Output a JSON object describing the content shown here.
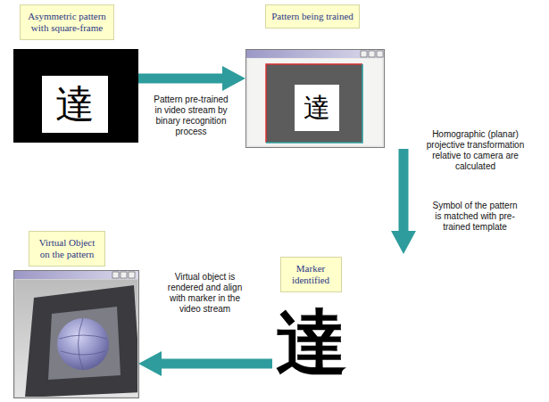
{
  "diagram": {
    "nodes": [
      {
        "text": [
          "Asymmetric pattern with square-frame"
        ]
      },
      {
        "text": [
          "Pattern being trained"
        ]
      },
      {
        "text": [
          "Marker identified"
        ]
      },
      {
        "text": [
          "Virtual Object on the pattern"
        ]
      }
    ],
    "edges": [
      {
        "from": 0,
        "to": 1,
        "arrow": "to",
        "label": "Pattern pre-trained in video stream by binary recognition process"
      },
      {
        "from": 1,
        "to": 2,
        "arrow": "to",
        "label": "Homographic (planar) projective transformation relative to camera are calculated"
      },
      {
        "from": 2,
        "to": 3,
        "arrow": "to",
        "label": "Virtual object is rendered and align with marker in the video stream"
      }
    ],
    "labels": [
      "Symbol of the pattern is matched with pre-trained template",
      "達",
      "達",
      "達"
    ]
  }
}
